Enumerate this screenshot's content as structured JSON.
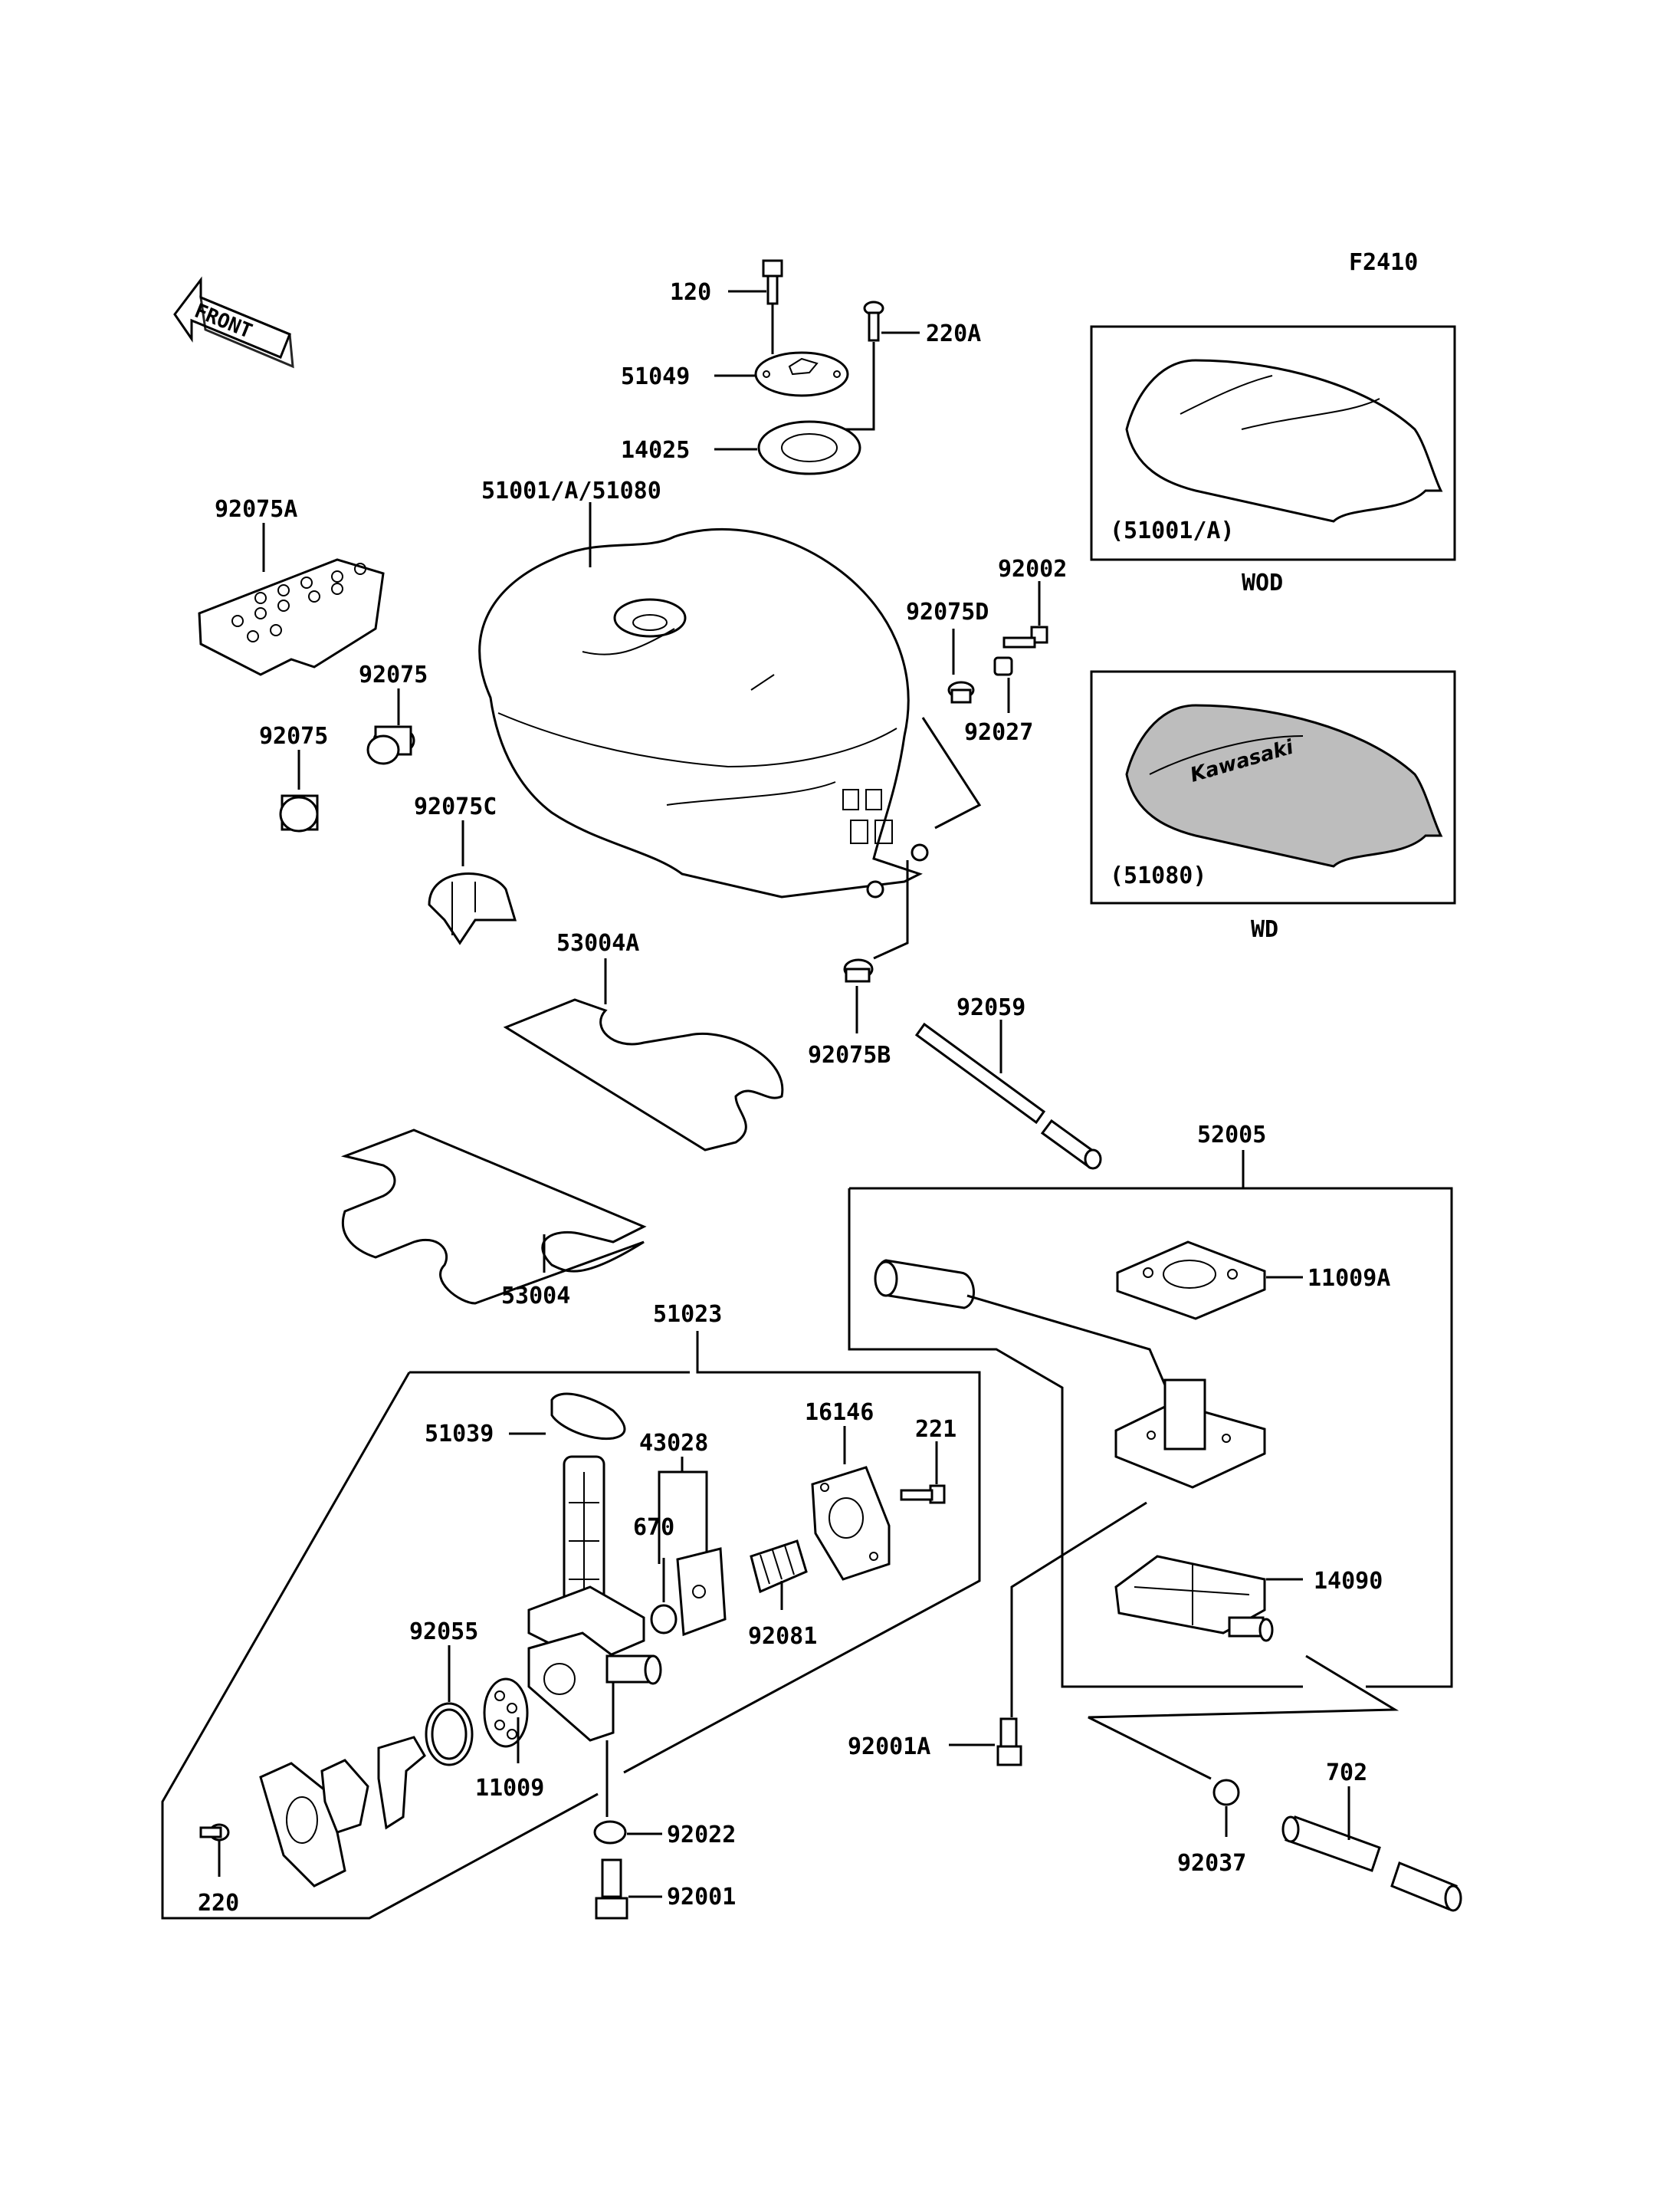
{
  "figure_code": "F2410",
  "front_label": "FRONT",
  "labels": {
    "p120": "120",
    "p220A": "220A",
    "p51049": "51049",
    "p14025": "14025",
    "p51001": "51001/A/51080",
    "p92075A": "92075A",
    "p92075_1": "92075",
    "p92075_2": "92075",
    "p92075C": "92075C",
    "p92075D": "92075D",
    "p92002": "92002",
    "p92027": "92027",
    "p53004A": "53004A",
    "p53004": "53004",
    "p92075B": "92075B",
    "p92059": "92059",
    "p52005": "52005",
    "p11009A": "11009A",
    "p14090": "14090",
    "p92001A": "92001A",
    "p92037": "92037",
    "p702": "702",
    "p51023": "51023",
    "p51039": "51039",
    "p43028": "43028",
    "p16146": "16146",
    "p221": "221",
    "p670": "670",
    "p92081": "92081",
    "p92055": "92055",
    "p11009": "11009",
    "p92022": "92022",
    "p92001": "92001",
    "p220": "220"
  },
  "inset_wod": {
    "code": "(51001/A)",
    "caption": "WOD"
  },
  "inset_wd": {
    "code": "(51080)",
    "caption": "WD",
    "brand": "Kawasaki"
  }
}
